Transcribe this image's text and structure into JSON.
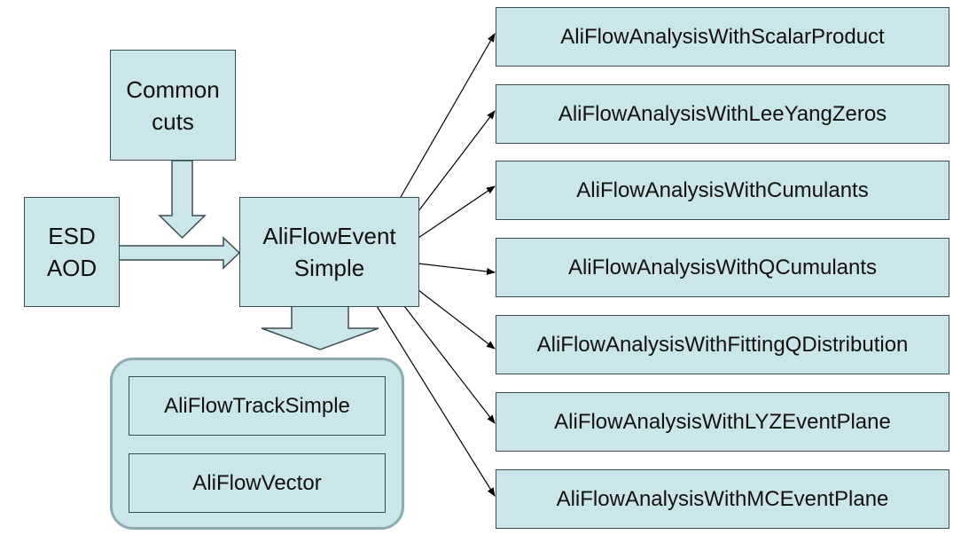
{
  "nodes": {
    "common_cuts": {
      "line1": "Common",
      "line2": "cuts"
    },
    "esd_aod": {
      "line1": "ESD",
      "line2": "AOD"
    },
    "flow_event": {
      "line1": "AliFlowEvent",
      "line2": "Simple"
    },
    "track_simple": "AliFlowTrackSimple",
    "flow_vector": "AliFlowVector"
  },
  "analyses": [
    "AliFlowAnalysisWithScalarProduct",
    "AliFlowAnalysisWithLeeYangZeros",
    "AliFlowAnalysisWithCumulants",
    "AliFlowAnalysisWithQCumulants",
    "AliFlowAnalysisWithFittingQDistribution",
    "AliFlowAnalysisWithLYZEventPlane",
    "AliFlowAnalysisWithMCEventPlane"
  ],
  "colors": {
    "box_fill": "#cbe6ea",
    "box_border": "#3a4d52",
    "container_border": "#8aabb0",
    "line": "#000000"
  }
}
